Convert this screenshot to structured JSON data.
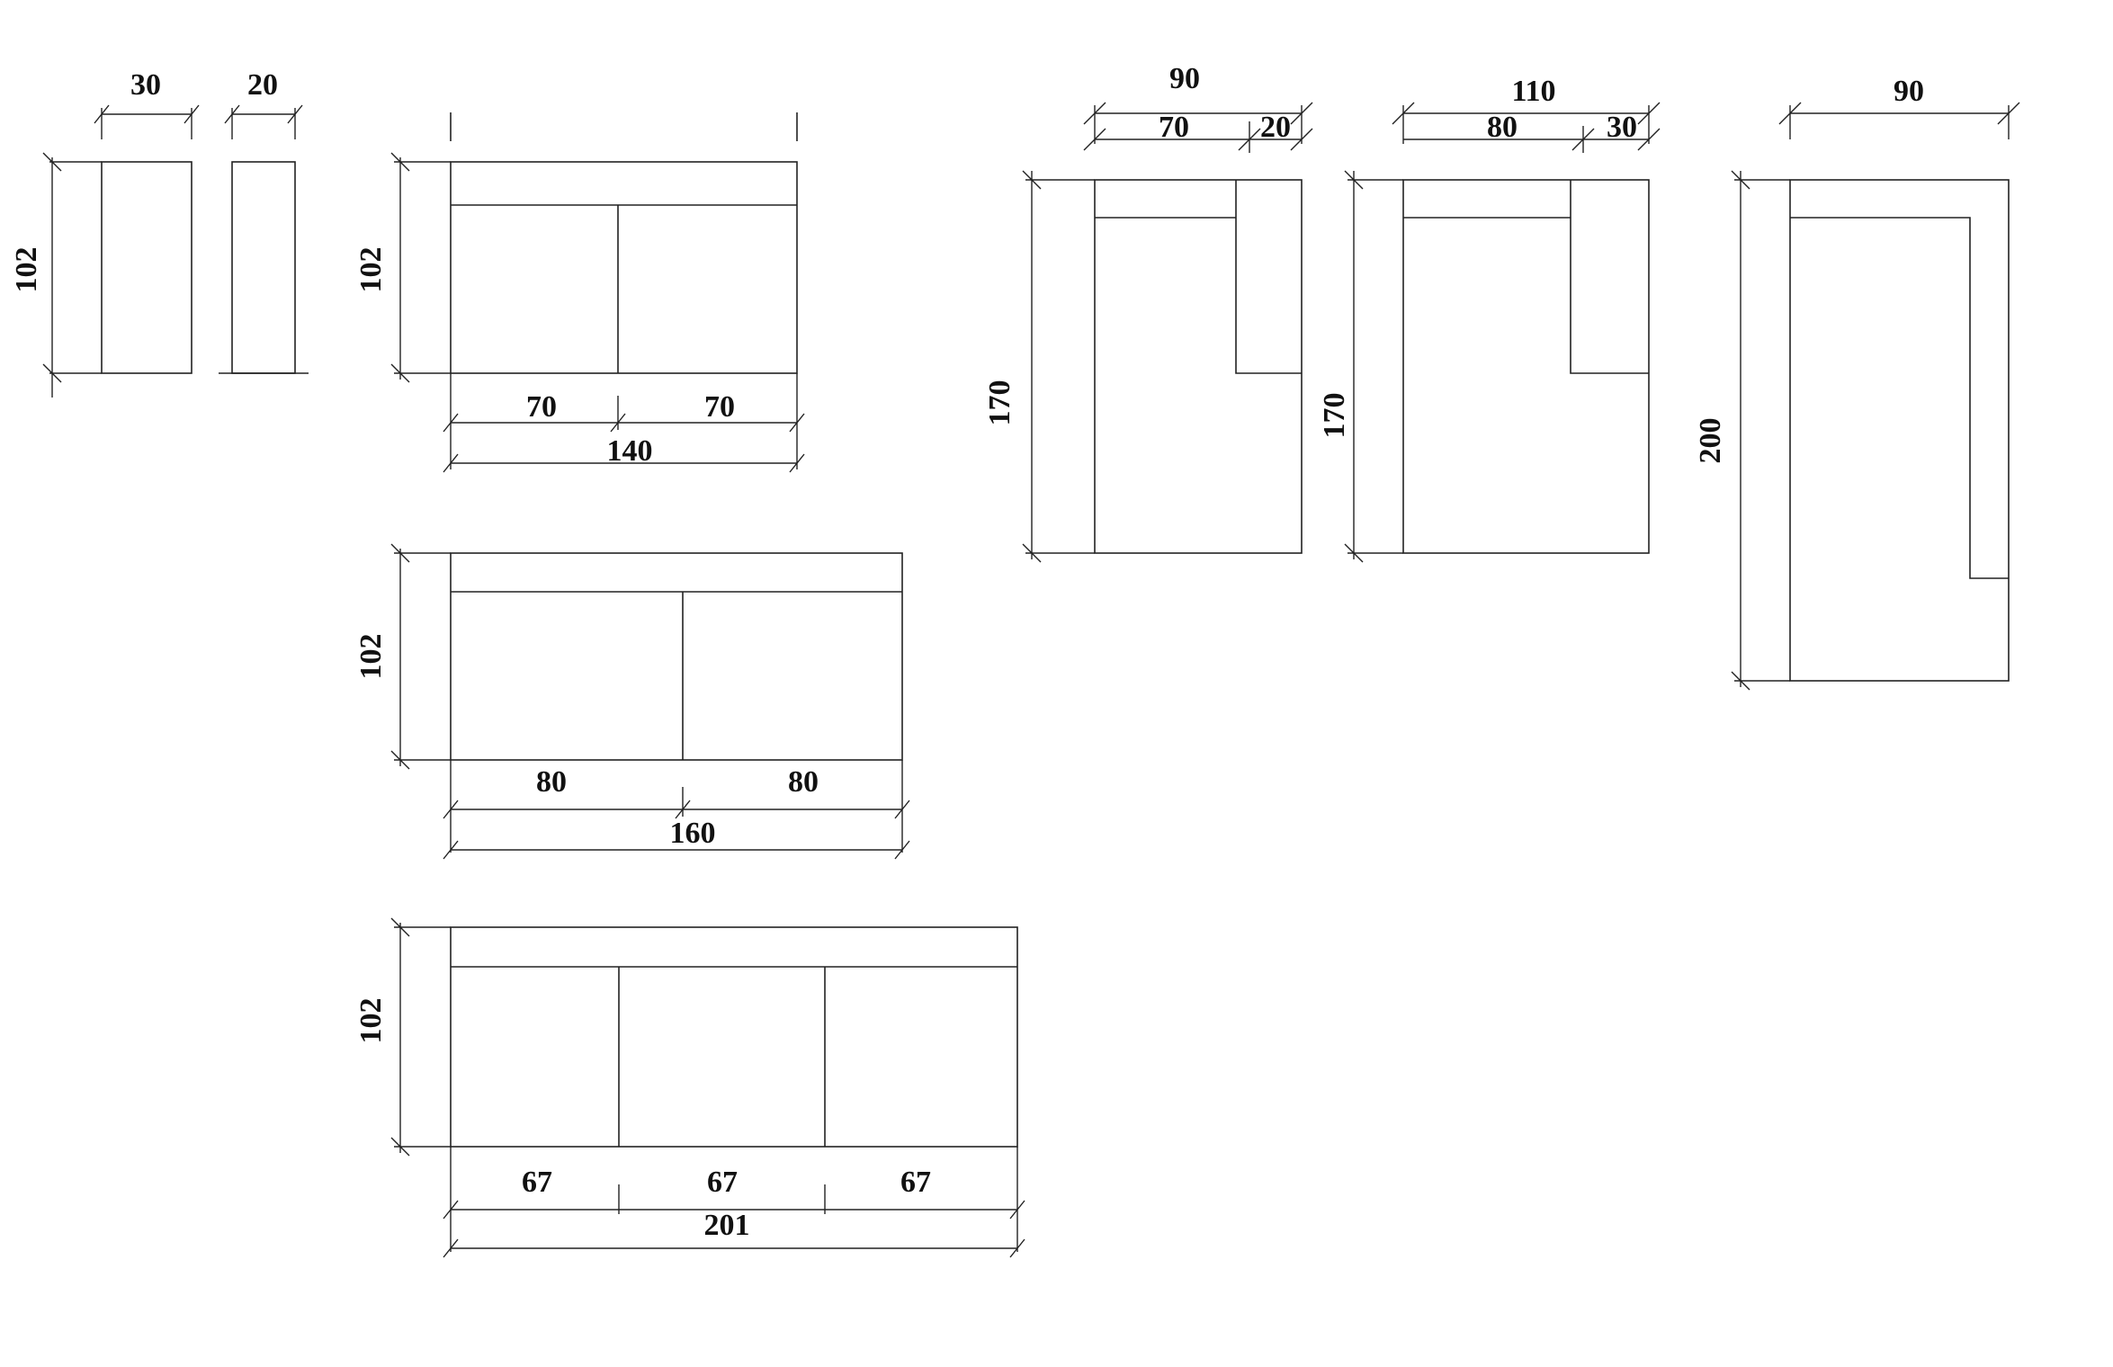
{
  "colors": {
    "background": "#ffffff",
    "line": "#222222",
    "text": "#111111"
  },
  "modules": {
    "armrest_30": {
      "width_label": "30",
      "depth_label": "102"
    },
    "armrest_20": {
      "width_label": "20"
    },
    "sofa_140": {
      "depth_label": "102",
      "seat_labels": [
        "70",
        "70"
      ],
      "total_label": "140"
    },
    "sofa_160": {
      "depth_label": "102",
      "seat_labels": [
        "80",
        "80"
      ],
      "total_label": "160"
    },
    "sofa_201": {
      "depth_label": "102",
      "seat_labels": [
        "67",
        "67",
        "67"
      ],
      "total_label": "201"
    },
    "chaise_90": {
      "total_label": "90",
      "seat_label": "70",
      "arm_label": "20",
      "length_label": "170"
    },
    "chaise_110": {
      "total_label": "110",
      "seat_label": "80",
      "arm_label": "30",
      "length_label": "170"
    },
    "chaise_200": {
      "total_label": "90",
      "length_label": "200"
    }
  }
}
